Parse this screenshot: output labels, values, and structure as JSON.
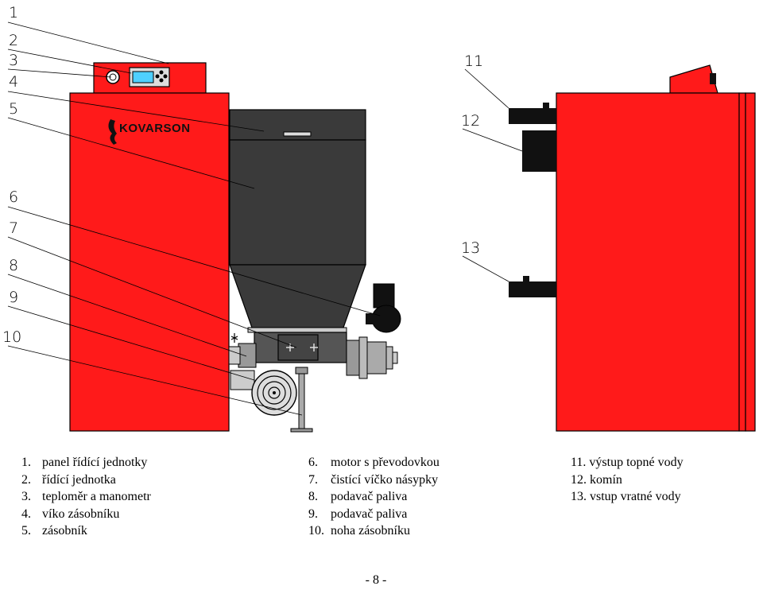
{
  "brand_logo_text": "KOVARSON",
  "callouts": [
    "1",
    "2",
    "3",
    "4",
    "5",
    "6",
    "7",
    "8",
    "9",
    "10",
    "11",
    "12",
    "13"
  ],
  "legend": {
    "col1": [
      {
        "num": "1.",
        "text": "panel řídící jednotky"
      },
      {
        "num": "2.",
        "text": "řídící jednotka"
      },
      {
        "num": "3.",
        "text": "teploměr a manometr"
      },
      {
        "num": "4.",
        "text": "víko zásobníku"
      },
      {
        "num": "5.",
        "text": "zásobník"
      }
    ],
    "col2": [
      {
        "num": "6.",
        "text": "motor s převodovkou"
      },
      {
        "num": "7.",
        "text": "čistící víčko násypky"
      },
      {
        "num": "8.",
        "text": "podavač paliva"
      },
      {
        "num": "9.",
        "text": "podavač paliva"
      },
      {
        "num": "10.",
        "text": "noha zásobníku"
      }
    ],
    "col3": [
      {
        "num": "11.",
        "text": "výstup topné vody"
      },
      {
        "num": "12.",
        "text": "komín"
      },
      {
        "num": "13.",
        "text": "vstup vratné vody"
      }
    ]
  },
  "page_number": "- 8 -",
  "colors": {
    "boiler_red": "#ff1a1a",
    "hopper_dark": "#3a3a3a",
    "outline": "#000000"
  }
}
